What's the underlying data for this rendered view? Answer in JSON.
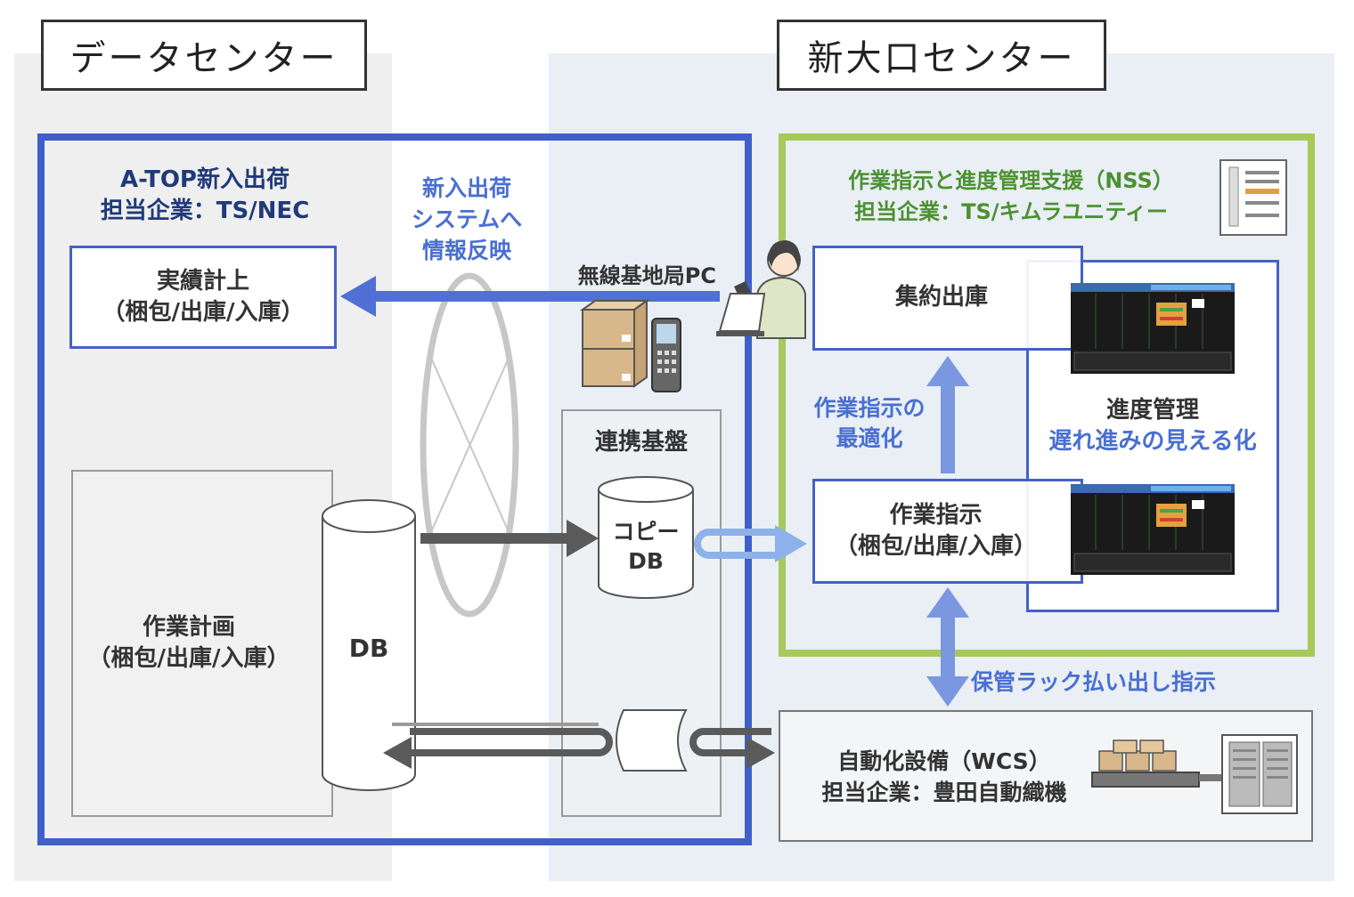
{
  "centers": {
    "data_center": "データセンター",
    "shin_oguchi": "新大口センター"
  },
  "atop": {
    "title": "A-TOP新入出荷",
    "company": "担当企業：TS/NEC"
  },
  "results_box": {
    "line1": "実績計上",
    "line2": "（梱包/出庫/入庫）"
  },
  "reflect_label": {
    "line1": "新入出荷",
    "line2": "システムへ",
    "line3": "情報反映"
  },
  "wireless_pc": "無線基地局PC",
  "work_plan": {
    "line1": "作業計画",
    "line2": "（梱包/出庫/入庫）"
  },
  "db_label": "DB",
  "integration": {
    "title": "連携基盤",
    "copy_db_line1": "コピー",
    "copy_db_line2": "DB"
  },
  "nss": {
    "title": "作業指示と進度管理支援（NSS）",
    "company": "担当企業：TS/キムラユニティー"
  },
  "consolidated": "集約出庫",
  "optimize": {
    "line1": "作業指示の",
    "line2": "最適化"
  },
  "progress": {
    "title": "進度管理",
    "subtitle": "遅れ進みの見える化"
  },
  "work_instruction": {
    "line1": "作業指示",
    "line2": "（梱包/出庫/入庫）"
  },
  "rack_instruction": "保管ラック払い出し指示",
  "wcs": {
    "line1": "自動化設備（WCS）",
    "line2": "担当企業：豊田自動織機"
  },
  "icons": [
    "person-with-pc-icon",
    "cardboard-boxes-icon",
    "handheld-scanner-icon",
    "server-rack-icon",
    "monitor-screen-icon",
    "conveyor-icon",
    "tape-icon",
    "db-cylinder-icon"
  ],
  "colors": {
    "atop_blue": "#3f5fc9",
    "nss_green": "#a6c95a",
    "text_blue": "#4a6fd1",
    "text_green": "#4c9131",
    "arrow_light_blue": "#7f9ee2",
    "arrow_grey": "#555555"
  }
}
